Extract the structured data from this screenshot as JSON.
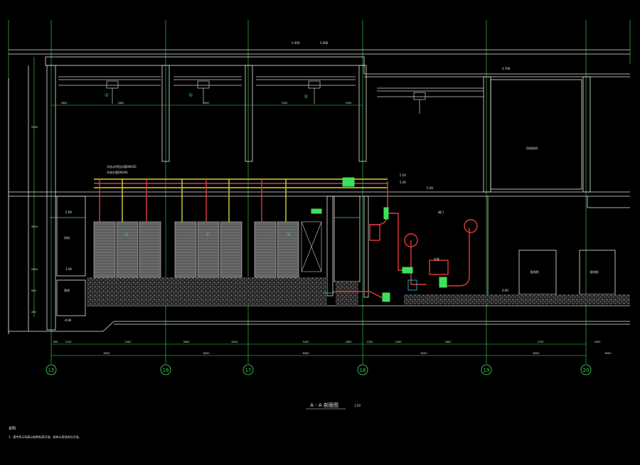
{
  "drawing": {
    "title": "A - A 剖面图",
    "scale": "1:50",
    "notes_heading": "说明",
    "notes_line": "1、图中所示标高以结构标高为准，具体以现场实际为准。"
  },
  "grid_axes": [
    "15",
    "16",
    "17",
    "18",
    "19",
    "20"
  ],
  "elevations": {
    "roof_a": "5.950",
    "roof_b": "5.900",
    "mid_right": "4.700",
    "pipe_1": "5.50",
    "pipe_2": "5.00",
    "level_1": "5.00",
    "left_1": "5.00",
    "left_2": "3.00",
    "floor": "0.00",
    "pit": "-0.90"
  },
  "dimensions": {
    "top_row": [
      "2600",
      "2800",
      "3000",
      "3200",
      "2500"
    ],
    "bottom_row": [
      "900",
      "2100",
      "5400",
      "3600",
      "6200",
      "5400",
      "1800",
      "2200",
      "2400",
      "3600",
      "2700",
      "2400"
    ],
    "total_row": [
      "6000",
      "6000",
      "6000",
      "6200",
      "6000",
      "6000"
    ],
    "vertical": [
      "2000",
      "3600",
      "2600",
      "900",
      "450"
    ]
  },
  "labels": {
    "room_right": "风机房间",
    "cabinet_1": "配电柜",
    "cabinet_2": "配电柜",
    "pipe_note_1": "冷冻水供回水管DN250",
    "pipe_note_2": "冷却水管DN200",
    "pump_note": "水泵",
    "valve_note": "阀门",
    "left_room_1": "风机",
    "left_room_2": "泵房"
  },
  "callouts": [
    "①",
    "②",
    "③",
    "④",
    "⑤",
    "⑥"
  ],
  "colors": {
    "background": "#000000",
    "structure": "#e6e6e6",
    "grid": "#3ee05a",
    "pipe_red": "#e33a3a",
    "pipe_yellow": "#d8d23a",
    "accent_cyan": "#3cc8e8",
    "equipment": "#6d6d6d"
  }
}
